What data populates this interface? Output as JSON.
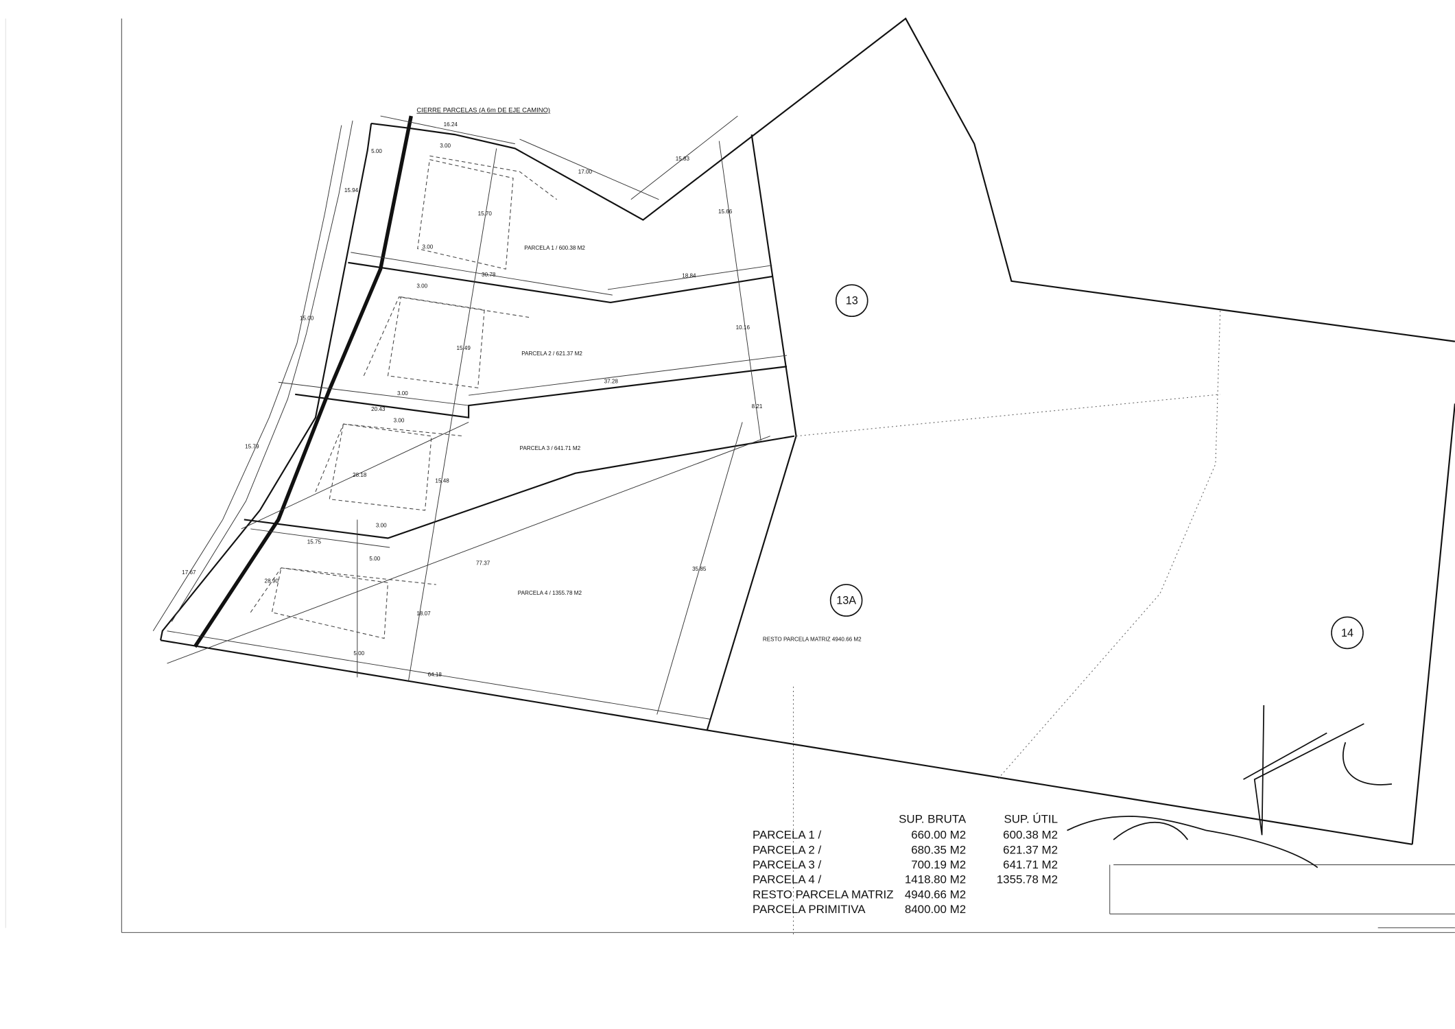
{
  "note": "CIERRE PARCELAS (A 6m DE EJE CAMINO)",
  "parcels": [
    {
      "label": "PARCELA 1 / 600.38 M2"
    },
    {
      "label": "PARCELA 2 / 621.37 M2"
    },
    {
      "label": "PARCELA 3 / 641.71 M2"
    },
    {
      "label": "PARCELA 4 / 1355.78 M2"
    }
  ],
  "resto_label": "RESTO PARCELA MATRIZ 4940.66 M2",
  "lots": {
    "l13": "13",
    "l13a": "13A",
    "l14": "14"
  },
  "dims": [
    "16.24",
    "3.00",
    "5.00",
    "15.94",
    "17.00",
    "15.83",
    "15.70",
    "15.66",
    "3.00",
    "30.78",
    "18.84",
    "3.00",
    "15.00",
    "15.49",
    "10.16",
    "37.28",
    "3.00",
    "20.43",
    "3.00",
    "8.21",
    "15.79",
    "28.18",
    "15.48",
    "3.00",
    "15.75",
    "5.00",
    "77.37",
    "35.85",
    "17.67",
    "28.90",
    "18.07",
    "5.00",
    "64.18"
  ],
  "table": {
    "col_bruta": "SUP. BRUTA",
    "col_util": "SUP. ÚTIL",
    "rows": [
      {
        "name": "PARCELA 1 /",
        "bruta": "660.00 M2",
        "util": "600.38 M2"
      },
      {
        "name": "PARCELA 2 /",
        "bruta": "680.35 M2",
        "util": "621.37 M2"
      },
      {
        "name": "PARCELA 3 /",
        "bruta": "700.19 M2",
        "util": "641.71 M2"
      },
      {
        "name": "PARCELA 4 /",
        "bruta": "1418.80 M2",
        "util": "1355.78 M2"
      },
      {
        "name": "RESTO PARCELA MATRIZ",
        "bruta": "4940.66 M2",
        "util": ""
      },
      {
        "name": "PARCELA PRIMITIVA",
        "bruta": "8400.00 M2",
        "util": ""
      }
    ]
  }
}
